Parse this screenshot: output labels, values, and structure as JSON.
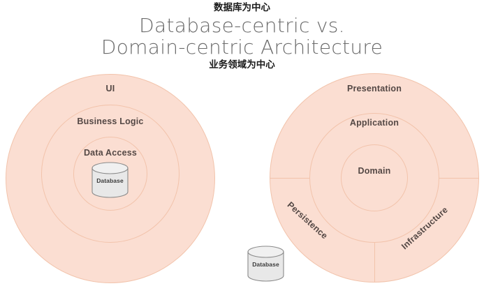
{
  "title": {
    "caption_top": "数据库为中心",
    "line1": "Database-centric vs.",
    "line2": "Domain-centric Architecture",
    "caption_bottom": "业务领域为中心"
  },
  "colors": {
    "ring_fill": "#fbded2",
    "ring_border": "#f2c3ab",
    "label_text": "#544845",
    "title_text": "#6b6b6b",
    "caption_text": "#1a1a1a",
    "db_fill": "#e8e8e8",
    "db_border": "#8a8a8a",
    "background": "#ffffff"
  },
  "left_diagram": {
    "name": "database-centric",
    "rings": [
      {
        "label": "UI",
        "level": "outer"
      },
      {
        "label": "Business Logic",
        "level": "middle"
      },
      {
        "label": "Data Access",
        "level": "inner"
      }
    ],
    "database": {
      "label": "Database"
    }
  },
  "right_diagram": {
    "name": "domain-centric",
    "rings": [
      {
        "label": "Presentation",
        "level": "outer"
      },
      {
        "label": "Application",
        "level": "middle"
      },
      {
        "label": "Domain",
        "level": "inner"
      }
    ],
    "sectors": [
      {
        "label": "Persistence",
        "position": "bottom-left"
      },
      {
        "label": "Infrastructure",
        "position": "bottom-right"
      }
    ]
  },
  "bottom_database": {
    "label": "Database"
  }
}
